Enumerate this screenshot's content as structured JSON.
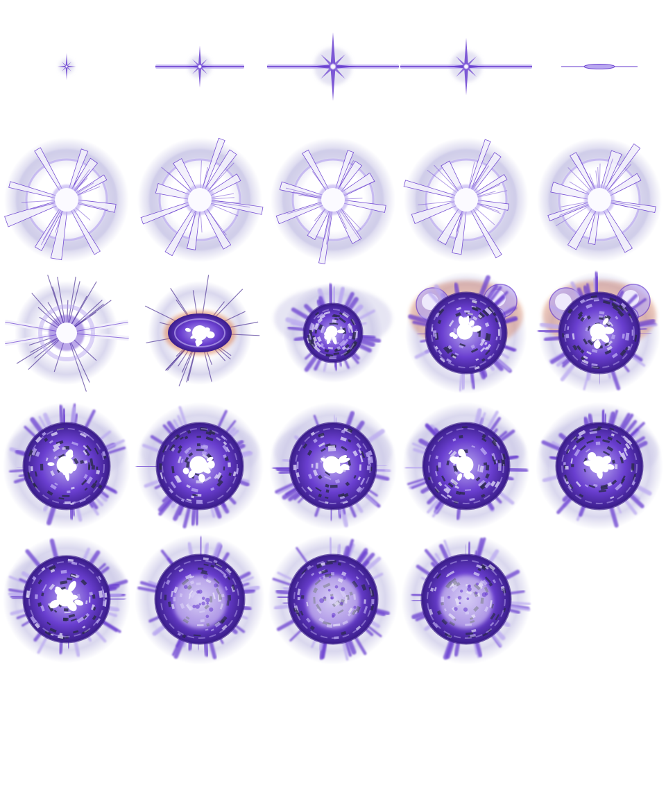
{
  "sheet": {
    "columns": 5,
    "rows": 6,
    "colors": {
      "background": "#ffffff",
      "violet": "#6a3fd0",
      "deep_violet": "#3a1d8a",
      "light_violet": "#b9a8f0",
      "haze": "#c9c6e6",
      "white_core": "#ffffff",
      "dark_shard": "#2a2a4a",
      "orange_glow": "#d26a3c"
    },
    "frames": [
      {
        "stage": "spark-star",
        "scale": 0.35,
        "rays": 1.0
      },
      {
        "stage": "spark-star",
        "scale": 0.55,
        "rays": 1.6
      },
      {
        "stage": "spark-star",
        "scale": 0.9,
        "rays": 2.6
      },
      {
        "stage": "spark-star",
        "scale": 0.75,
        "rays": 2.6
      },
      {
        "stage": "spark-flat",
        "scale": 0.4,
        "rays": 1.4
      },
      {
        "stage": "ring",
        "scale": 1.0,
        "rays": 0.6
      },
      {
        "stage": "ring",
        "scale": 0.95,
        "rays": 0.7
      },
      {
        "stage": "ring",
        "scale": 0.9,
        "rays": 0.8
      },
      {
        "stage": "ring",
        "scale": 0.85,
        "rays": 0.85
      },
      {
        "stage": "ring",
        "scale": 0.8,
        "rays": 0.9
      },
      {
        "stage": "burst",
        "scale": 0.8,
        "rays": 1.0
      },
      {
        "stage": "ellipse",
        "scale": 0.75,
        "rays": 1.0
      },
      {
        "stage": "orb-small",
        "scale": 0.75,
        "rays": 0.9
      },
      {
        "stage": "orb-bubbles",
        "scale": 1.0,
        "rays": 0.7
      },
      {
        "stage": "orb-bubbles",
        "scale": 1.0,
        "rays": 0.7
      },
      {
        "stage": "orb",
        "scale": 1.0,
        "rays": 0.8
      },
      {
        "stage": "orb",
        "scale": 1.0,
        "rays": 0.8
      },
      {
        "stage": "orb",
        "scale": 1.0,
        "rays": 0.8
      },
      {
        "stage": "orb",
        "scale": 1.0,
        "rays": 0.8
      },
      {
        "stage": "orb",
        "scale": 1.0,
        "rays": 0.8
      },
      {
        "stage": "orb",
        "scale": 1.0,
        "rays": 0.8
      },
      {
        "stage": "orb-fade",
        "scale": 1.0,
        "rays": 0.8
      },
      {
        "stage": "orb-fade",
        "scale": 1.0,
        "rays": 0.7
      },
      {
        "stage": "orb-fade",
        "scale": 1.0,
        "rays": 0.6
      }
    ]
  }
}
